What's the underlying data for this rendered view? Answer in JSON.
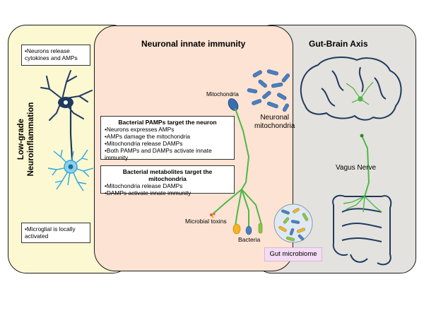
{
  "panels": {
    "left": {
      "title_line1": "Low-grade",
      "title_line2": "Neuroinflammation",
      "top_box": "•Neurons release cytokines and AMPs",
      "bottom_box": "•Microglial is locally activated"
    },
    "middle": {
      "title": "Neuronal innate immunity",
      "pamps_box": {
        "title": "Bacterial PAMPs target the neuron",
        "items": [
          "•Neurons expresses AMPs",
          "•AMPs damage the mitochondria",
          "•Mitochondria release DAMPs",
          "•Both PAMPs and DAMPs activate innate immunity"
        ]
      },
      "metabolites_box": {
        "title": "Bacterial metabolites target the mitochondria",
        "items": [
          "•Mitochondria release DAMPs",
          "•DAMPs activate innate immunity"
        ]
      },
      "labels": {
        "mitochondria": "Mitochondria",
        "neuronal_mito_line1": "Neuronal",
        "neuronal_mito_line2": "mitochondria",
        "microbial_toxins": "Microbial toxins",
        "bacteria": "Bacteria",
        "gut_microbiome": "Gut microbiome"
      }
    },
    "right": {
      "title": "Gut-Brain Axis",
      "vagus_label": "Vagus Nerve"
    }
  },
  "colors": {
    "left_bg": "#fbf8d2",
    "middle_bg": "#fce3d3",
    "right_bg": "#e4e2de",
    "neuron": "#1f3a60",
    "microglia": "#2aa7dc",
    "nerve": "#4db848",
    "mito": "#3a6fb4",
    "gut_label_bg": "#f4dcf4"
  }
}
